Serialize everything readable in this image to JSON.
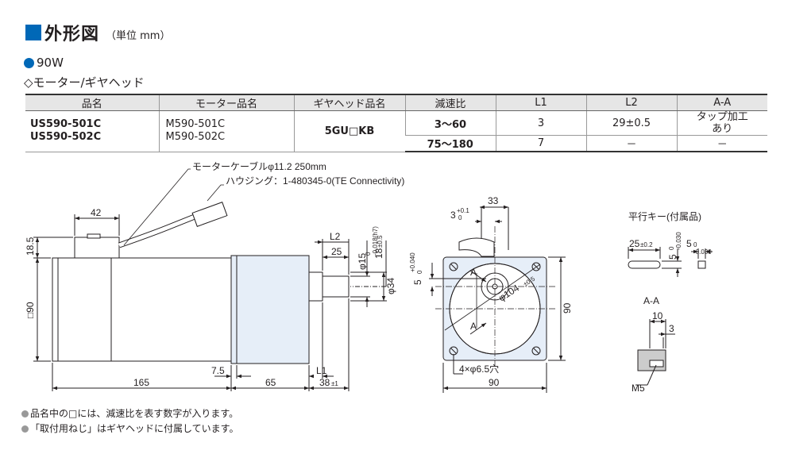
{
  "heading": {
    "title": "外形図",
    "unit": "（単位 mm）"
  },
  "variant": {
    "power": "90W",
    "type": "◇モーター/ギヤヘッド"
  },
  "table": {
    "headers": [
      "品名",
      "モーター品名",
      "ギヤヘッド品名",
      "減速比",
      "L1",
      "L2",
      "A-A"
    ],
    "model_1": "US590-501C",
    "model_2": "US590-502C",
    "motor_1": "M590-501C",
    "motor_2": "M590-502C",
    "gearhead": "5GU□KB",
    "rows": [
      {
        "ratio": "3～60",
        "l1": "3",
        "l2": "29±0.5",
        "aa_1": "タップ加工",
        "aa_2": "あり"
      },
      {
        "ratio": "75～180",
        "l1": "7",
        "l2": "－",
        "aa": "－"
      }
    ]
  },
  "drawing": {
    "cable_note": "モーターケーブルφ11.2 250mm",
    "housing_note": "ハウジング：1-480345-0(TE Connectivity)",
    "dims": {
      "d42": "42",
      "d18_5": "18.5",
      "sq90": "□90",
      "d165": "165",
      "d65": "65",
      "d7_5": "7.5",
      "l1": "L1",
      "l2": "L2",
      "d25": "25",
      "d38": "38",
      "tol_38": "±1",
      "phi15": "φ15",
      "tol_phi15": "0\n-0.018(h7)",
      "d18": "18",
      "tol_18": "±0.5",
      "phi34": "φ34",
      "d33": "33",
      "d3": "3",
      "tol_3_up": "+0.1",
      "tol_3_low": "0",
      "d5": "5",
      "tol_5_up": "+0.040",
      "tol_5_low": "0",
      "phi104": "φ104",
      "tol_104": "±0.5",
      "holes": "4×φ6.5穴",
      "d90_v": "90",
      "d90_h": "90",
      "section_a": "A",
      "key_title": "平行キー(付属品)",
      "key_25": "25",
      "key_tol_02": "±0.2",
      "key_5": "5",
      "key_tol_5": "0\n-0.030",
      "section_aa": "A-A",
      "aa_10": "10",
      "aa_3": "3",
      "m5": "M5"
    }
  },
  "notes": [
    "品名中の□には、減速比を表す数字が入ります。",
    "「取付用ねじ」はギヤヘッドに付属しています。"
  ],
  "colors": {
    "accent": "#0068b7",
    "gear_fill": "#e6eef8",
    "header_bg": "#e6e6e6"
  }
}
